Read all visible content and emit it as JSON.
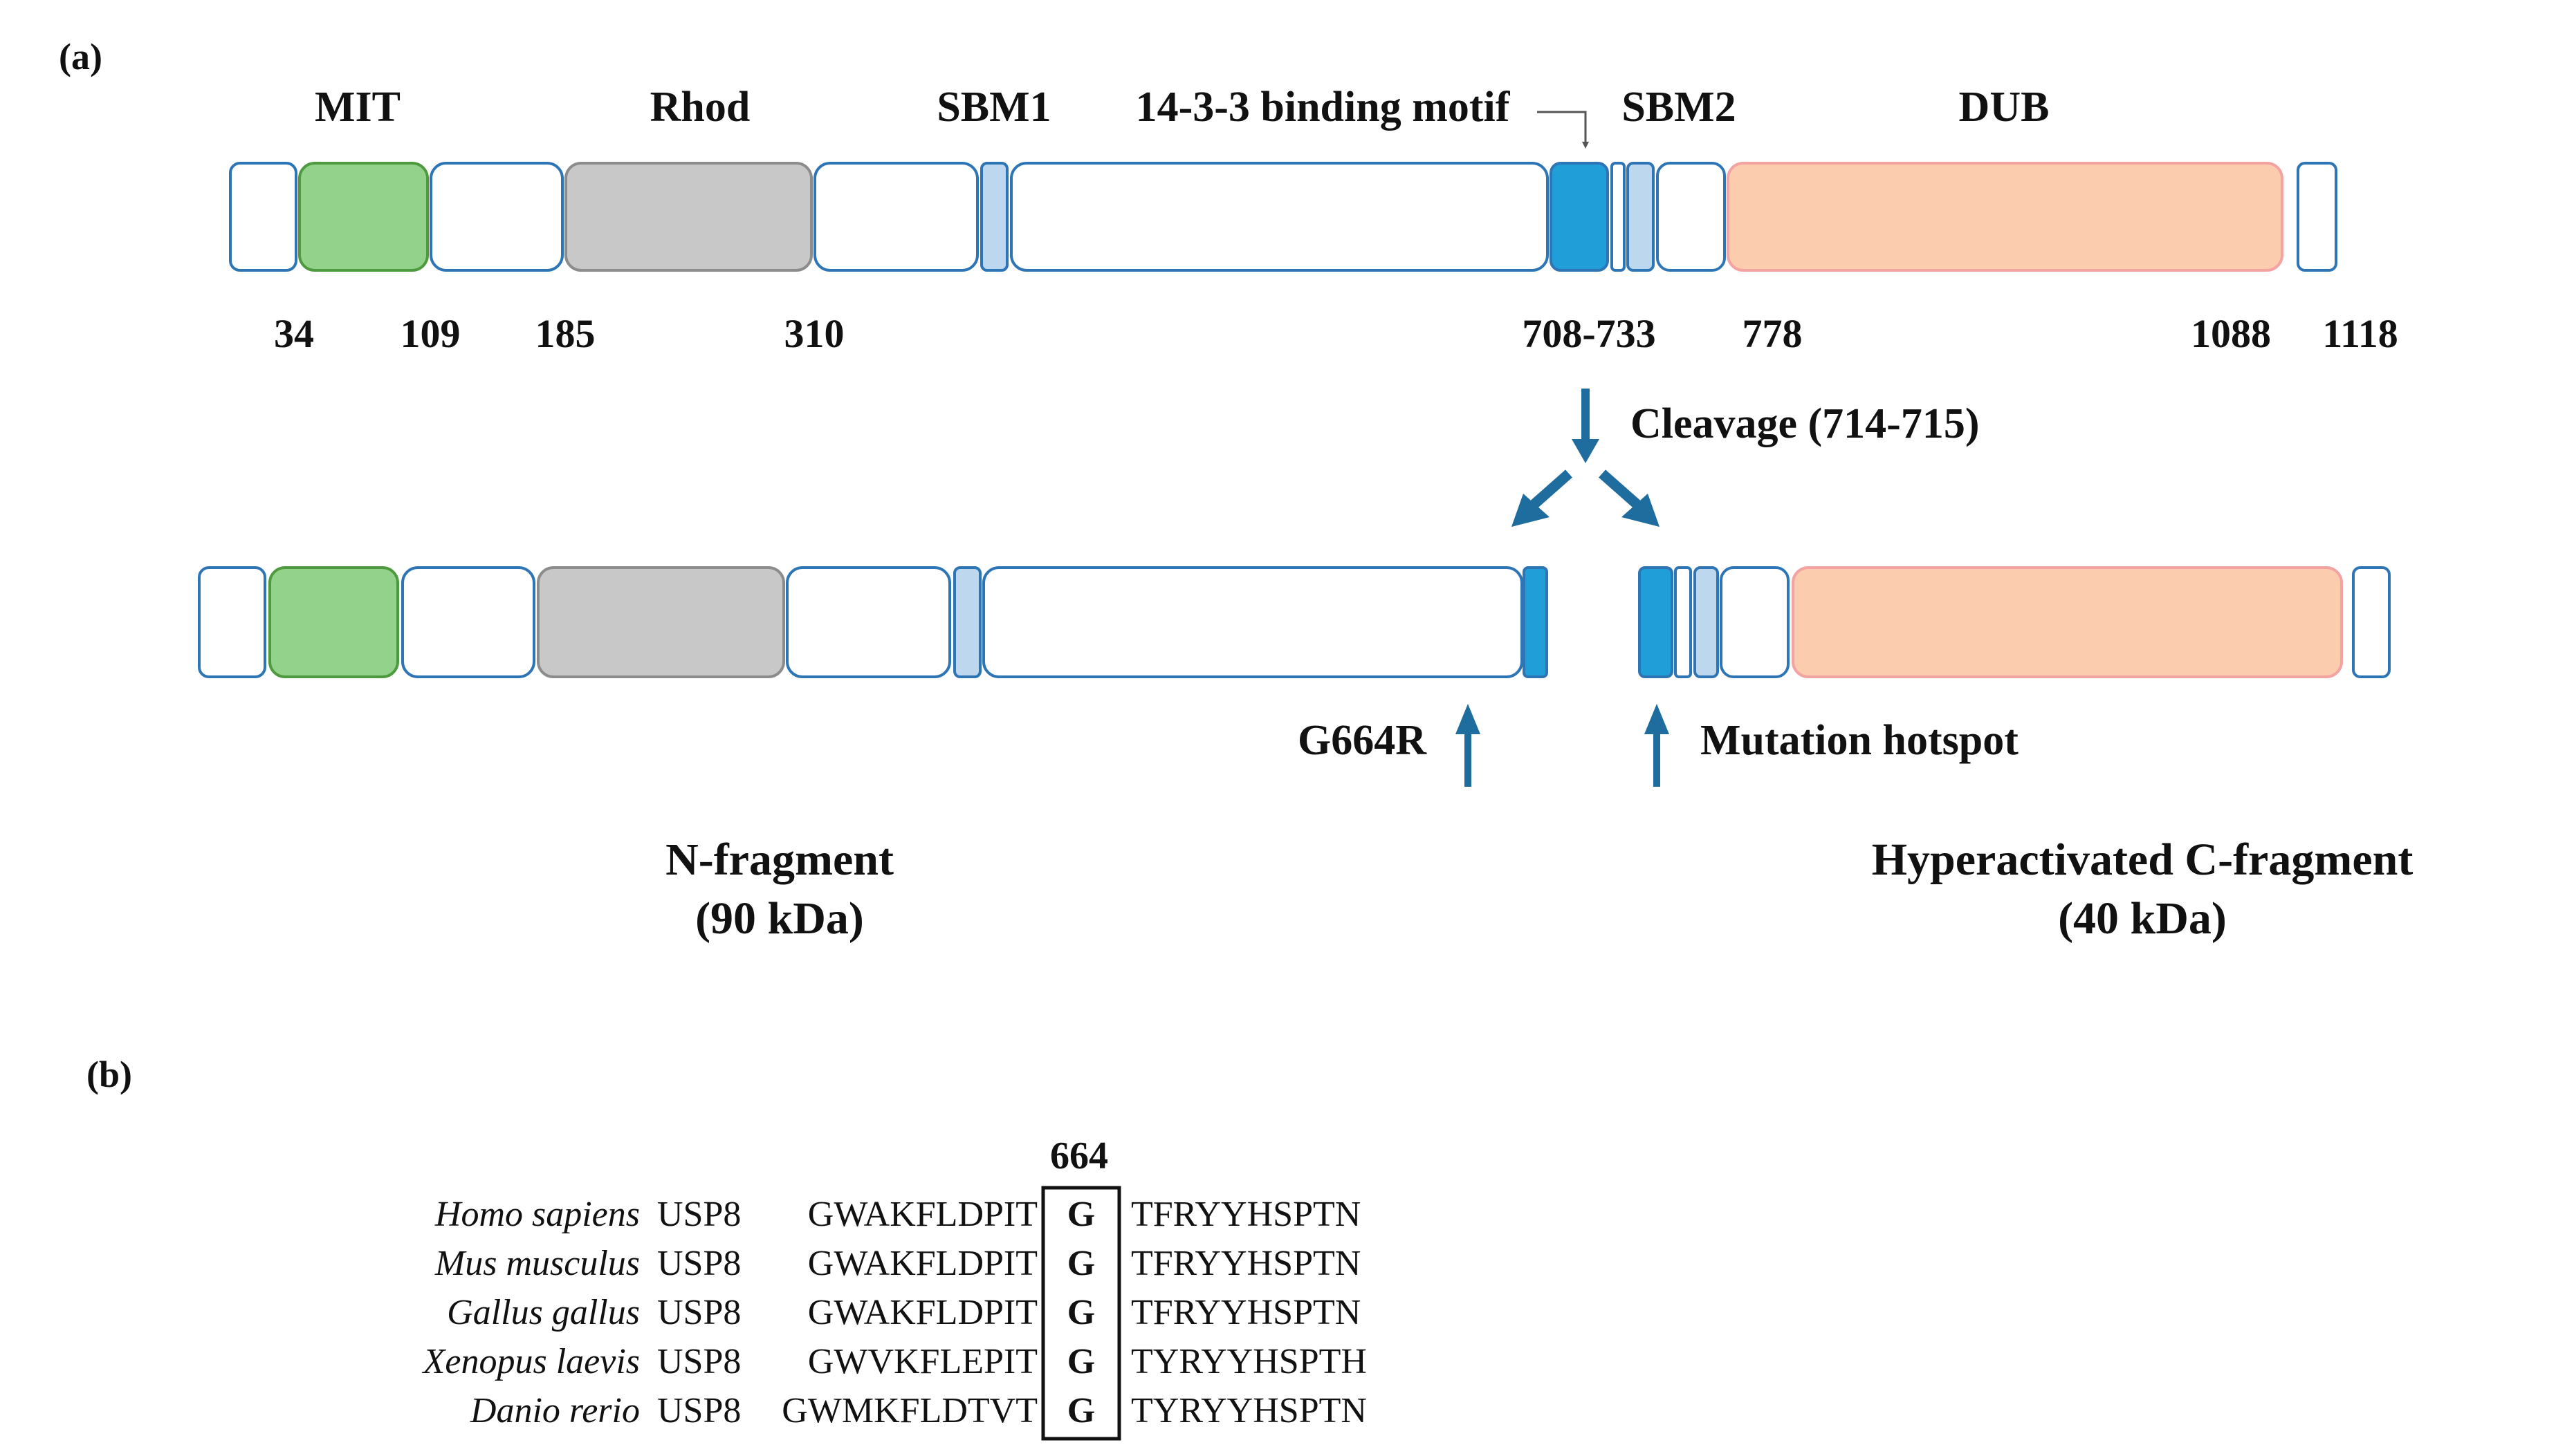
{
  "panel_a": {
    "label": "(a)",
    "domain_labels": {
      "mit": "MIT",
      "rhod": "Rhod",
      "sbm1": "SBM1",
      "motif": "14-3-3 binding motif",
      "sbm2": "SBM2",
      "dub": "DUB"
    },
    "positions": [
      "34",
      "109",
      "185",
      "310",
      "708-733",
      "778",
      "1088",
      "1118"
    ],
    "cleavage_label": "Cleavage (714-715)",
    "g664r_label": "G664R",
    "hotspot_label": "Mutation hotspot",
    "n_fragment": {
      "name": "N-fragment",
      "size": "(90 kDa)"
    },
    "c_fragment": {
      "name": "Hyperactivated C-fragment",
      "size": "(40 kDa)"
    }
  },
  "panel_b": {
    "label": "(b)",
    "position": "664",
    "alignment": [
      {
        "species": "Homo sapiens",
        "gene": "USP8",
        "left": "GWAKFLDPIT",
        "residue": "G",
        "right": "TFRYYHSPTN"
      },
      {
        "species": "Mus musculus",
        "gene": "USP8",
        "left": "GWAKFLDPIT",
        "residue": "G",
        "right": "TFRYYHSPTN"
      },
      {
        "species": "Gallus gallus",
        "gene": "USP8",
        "left": "GWAKFLDPIT",
        "residue": "G",
        "right": "TFRYYHSPTN"
      },
      {
        "species": "Xenopus laevis",
        "gene": "USP8",
        "left": "GWVKFLEPIT",
        "residue": "G",
        "right": "TYRYYHSPTH"
      },
      {
        "species": "Danio rerio",
        "gene": "USP8",
        "left": "GWMKFLDTVT",
        "residue": "G",
        "right": "TYRYYHSPTN"
      }
    ]
  },
  "colors": {
    "outline": "#2E75B6",
    "mit_fill": "#92D28A",
    "mit_stroke": "#4E9A3E",
    "rhod_fill": "#C8C8C8",
    "rhod_stroke": "#8C8C8C",
    "sbm_fill": "#BDD7EE",
    "motif_fill": "#1F9ED8",
    "dub_fill": "#FCCCAE",
    "dub_stroke": "#F4A3A3",
    "arrow": "#1F6D9E"
  }
}
